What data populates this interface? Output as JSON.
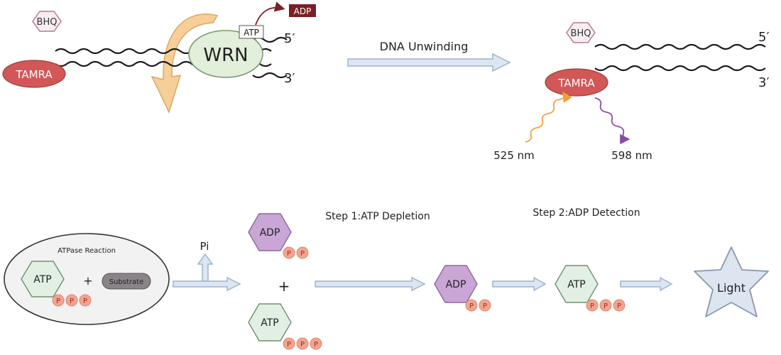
{
  "top_panel": {
    "quencher_label": "BHQ",
    "fluorophore_label": "TAMRA",
    "enzyme_label": "WRN",
    "atp_tag": "ATP",
    "adp_tag": "ADP",
    "end_5": "5′",
    "end_3": "3′",
    "process_label": "DNA Unwinding",
    "product": {
      "quencher_label": "BHQ",
      "fluorophore_label": "TAMRA",
      "end_5": "5′",
      "end_3": "3′",
      "excitation_label": "525 nm",
      "emission_label": "598 nm"
    }
  },
  "bottom_panel": {
    "reaction_title": "ATPase Reaction",
    "atp_label": "ATP",
    "plus": "+",
    "substrate_label": "Substrate",
    "pi_label": "Pi",
    "adp_label": "ADP",
    "phosphate_label": "P",
    "step1_label": "Step 1:ATP Depletion",
    "step2_label": "Step 2:ADP Detection",
    "light_label": "Light"
  },
  "colors": {
    "tamra": "#d25757",
    "wrn": "#e2efdb",
    "adp_tag": "#7a1f24",
    "atp_hex": "#e1f0e3",
    "adp_hex": "#c9a6d6",
    "phosphate": "#f2a48e",
    "arrow_fill": "#dbe6f2",
    "excitation": "#f0a040",
    "emission": "#8a4aa8",
    "star": "#dde5f0"
  }
}
